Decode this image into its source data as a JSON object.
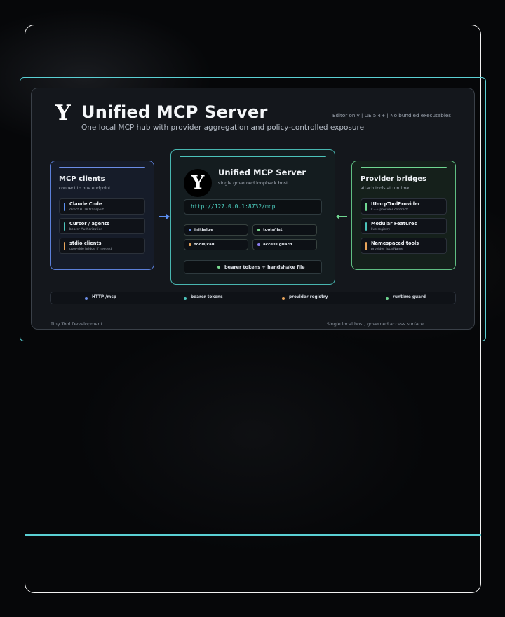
{
  "header": {
    "logo_glyph": "Y",
    "title": "Unified MCP Server",
    "subtitle": "One local MCP hub with provider aggregation and policy-controlled exposure",
    "meta": "Editor only  |  UE 5.4+  |  No bundled executables"
  },
  "left_panel": {
    "title": "MCP clients",
    "subtitle": "connect to one endpoint",
    "items": [
      {
        "name": "Claude Code",
        "desc": "direct HTTP transport",
        "color": "#5b8ef0"
      },
      {
        "name": "Cursor / agents",
        "desc": "bearer Authorization",
        "color": "#4cc3bb"
      },
      {
        "name": "stdio clients",
        "desc": "user-side bridge if needed",
        "color": "#e9a55a"
      }
    ]
  },
  "center_panel": {
    "logo_glyph": "Y",
    "title": "Unified MCP Server",
    "subtitle": "single governed loopback host",
    "url": "http://127.0.0.1:8732/mcp",
    "chips": [
      {
        "label": "initialize",
        "color": "#6b8de6"
      },
      {
        "label": "tools/list",
        "color": "#7ad88f"
      },
      {
        "label": "tools/call",
        "color": "#e9a55a"
      },
      {
        "label": "access guard",
        "color": "#8b7cf0"
      }
    ],
    "token_label": "bearer tokens + handshake file"
  },
  "right_panel": {
    "title": "Provider bridges",
    "subtitle": "attach tools at runtime",
    "items": [
      {
        "name": "IUmcpToolProvider",
        "desc": "C++ provider contract",
        "color": "#6fd691"
      },
      {
        "name": "Modular Features",
        "desc": "live registry",
        "color": "#4cc3bb"
      },
      {
        "name": "Namespaced tools",
        "desc": "provider_localName",
        "color": "#e9a55a"
      }
    ]
  },
  "feature_strip": [
    {
      "label": "HTTP /mcp",
      "color": "#6b8de6"
    },
    {
      "label": "bearer tokens",
      "color": "#4cc3bb"
    },
    {
      "label": "provider registry",
      "color": "#e9a55a"
    },
    {
      "label": "runtime guard",
      "color": "#6fd691"
    }
  ],
  "footer": {
    "left": "Tiny Tool Development",
    "right": "Single local host, governed access surface."
  },
  "colors": {
    "accent_teal": "#5ad0d4",
    "clients_blue": "#5b7fd9",
    "providers_green": "#5fbe82"
  }
}
